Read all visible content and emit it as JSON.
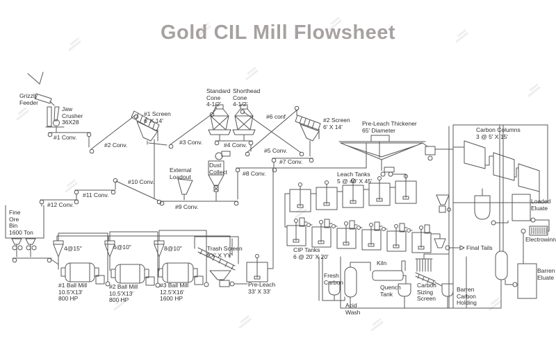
{
  "title": "Gold CIL Mill Flowsheet",
  "colors": {
    "title": "#a7a1a1",
    "line": "#555555",
    "label": "#2e2e2e",
    "background": "#ffffff"
  },
  "labels": {
    "grizzly_feeder": "Grizzly\nFeeder",
    "jaw_crusher": "Jaw\nCrusher\n36X28",
    "conv1": "#1 Conv.",
    "conv2": "#2 Conv.",
    "conv3": "#3 Conv.",
    "conv4": "#4 Conv.",
    "conv5": "#5 Conv.",
    "conv6": "#6 conf",
    "conv7": "#7 Conv.",
    "conv8": "#8 Conv.",
    "conv9": "#9 Conv.",
    "conv10": "#10 Conv.",
    "conv11": "#11 Conv.",
    "conv12": "#12 Conv.",
    "screen1": "#1 Screen\n6' X 14'",
    "screen2": "#2 Screen\n6' X 14'",
    "standard_cone": "Standard\nCone\n4-1/2'",
    "shorthead_cone": "Shorthead\nCone\n4-1/2'",
    "dust_collect": "Dust\nCollect",
    "external_loadout": "External\nLoadout",
    "fine_ore_bin": "Fine\nOre\nBin\n1600 Ton",
    "pre_leach_thickener": "Pre-Leach Thickener\n65' Diameter",
    "carbon_columns": "Carbon Columns\n3 @ 5' X 15'",
    "leach_tanks": "Leach Tanks\n5 @ 40' X 45'",
    "cip_tanks": "CIP Tanks\n6 @ 20' X 20'",
    "cyclones1": "4@15\"",
    "cyclones2": "6@10\"",
    "cyclones3": "8@10\"",
    "ball_mill1": "#1 Ball Mill\n10.5'X13'\n800 HP",
    "ball_mill2": "#2 Ball Mill\n10.5'X13'\n800 HP",
    "ball_mill3": "#3 Ball Mill\n12.5'X16'\n1600 HP",
    "trash_screen": "Trash Screen\nXX' X YY'",
    "pre_leach": "Pre-Leach\n33' X 33'",
    "fresh_carbon": "Fresh\nCarbon",
    "acid_wash": "Acid\nWash",
    "kiln": "Kiln",
    "quench_tank": "Quench\nTank",
    "carbon_sizing_screen": "Carbon\nSizing\nScreen",
    "barren_carbon_holding": "Barren\nCarbon\nHolding",
    "final_tails": "Final Tails",
    "loaded_eluate": "Loaded\nEluate",
    "electrowinning": "Electrowinn",
    "barren_eluate": "Barren\nEluate"
  }
}
